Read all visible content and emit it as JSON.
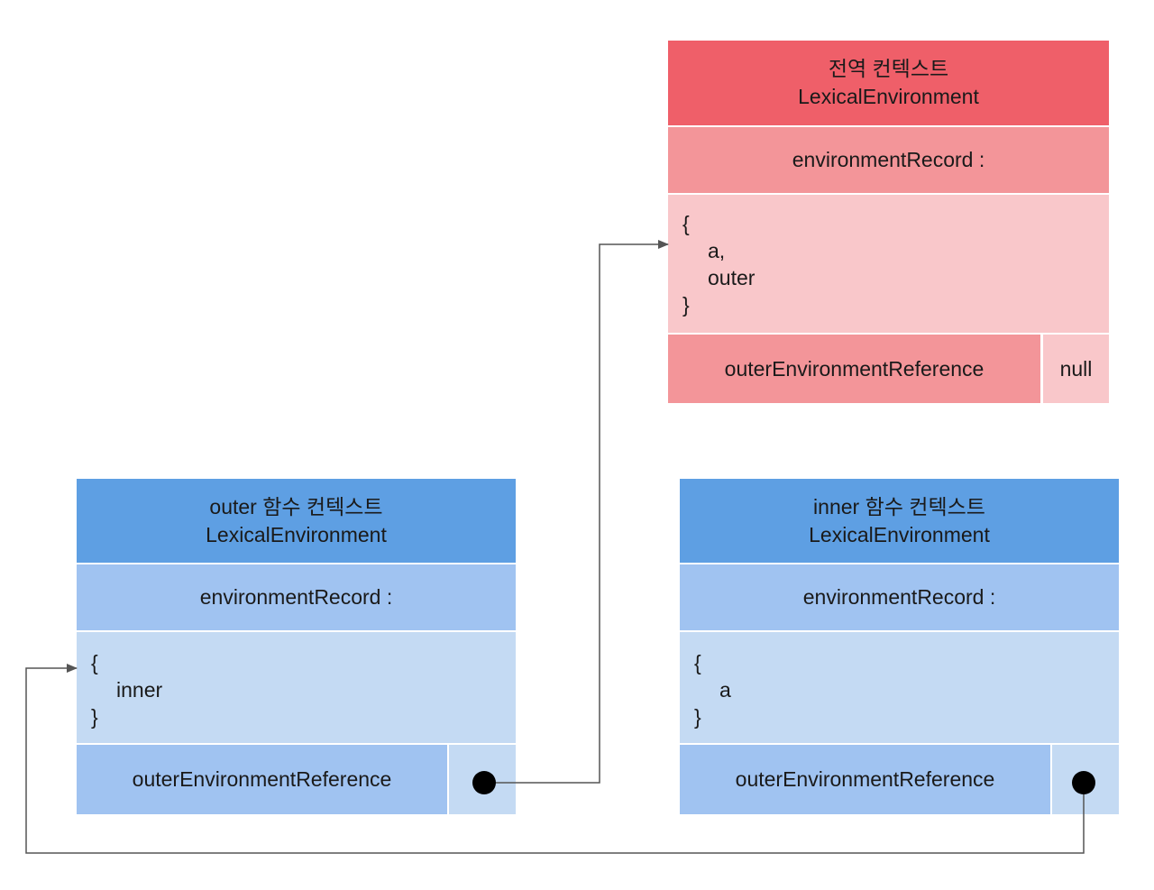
{
  "global_context": {
    "title": "전역 컨텍스트",
    "subtitle": "LexicalEnvironment",
    "record_label": "environmentRecord :",
    "record_open": "{",
    "record_items": [
      "a,",
      "outer"
    ],
    "record_close": "}",
    "outer_ref_label": "outerEnvironmentReference",
    "outer_ref_value": "null"
  },
  "outer_context": {
    "title": "outer 함수 컨텍스트",
    "subtitle": "LexicalEnvironment",
    "record_label": "environmentRecord :",
    "record_open": "{",
    "record_items": [
      "inner"
    ],
    "record_close": "}",
    "outer_ref_label": "outerEnvironmentReference"
  },
  "inner_context": {
    "title": "inner 함수 컨텍스트",
    "subtitle": "LexicalEnvironment",
    "record_label": "environmentRecord :",
    "record_open": "{",
    "record_items": [
      "a"
    ],
    "record_close": "}",
    "outer_ref_label": "outerEnvironmentReference"
  },
  "colors": {
    "global_header": "#ef5f69",
    "global_mid": "#f39599",
    "global_light": "#f9c7ca",
    "blue_header": "#5e9fe3",
    "blue_mid": "#a0c3f1",
    "blue_light": "#c4daf3",
    "connector": "#555555"
  }
}
